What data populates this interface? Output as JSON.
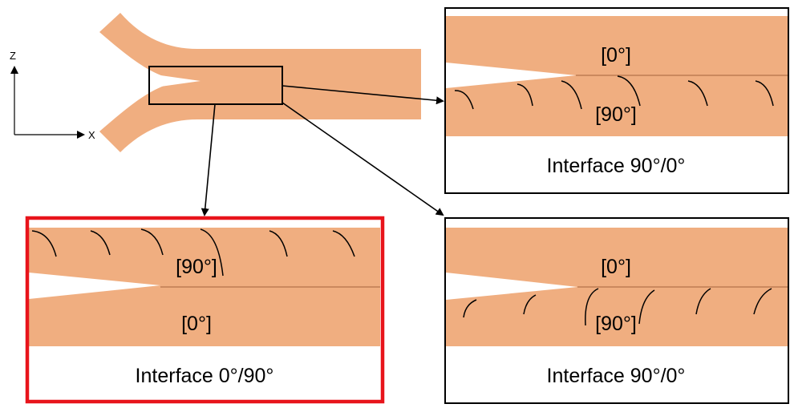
{
  "colors": {
    "ply": "#F0AE80",
    "ply_interface_line": "#B5734A",
    "highlight_frame": "#E8141B",
    "frame": "#000000",
    "background": "#FFFFFF"
  },
  "axes": {
    "vertical_label": "Z",
    "horizontal_label": "X"
  },
  "panels": {
    "top_right": {
      "upper_ply": "[0°]",
      "lower_ply": "[90°]",
      "caption": "Interface 90°/0°"
    },
    "bottom_left": {
      "upper_ply": "[90°]",
      "lower_ply": "[0°]",
      "caption": "Interface 0°/90°",
      "highlighted": true
    },
    "bottom_right": {
      "upper_ply": "[0°]",
      "lower_ply": "[90°]",
      "caption": "Interface 90°/0°"
    }
  }
}
